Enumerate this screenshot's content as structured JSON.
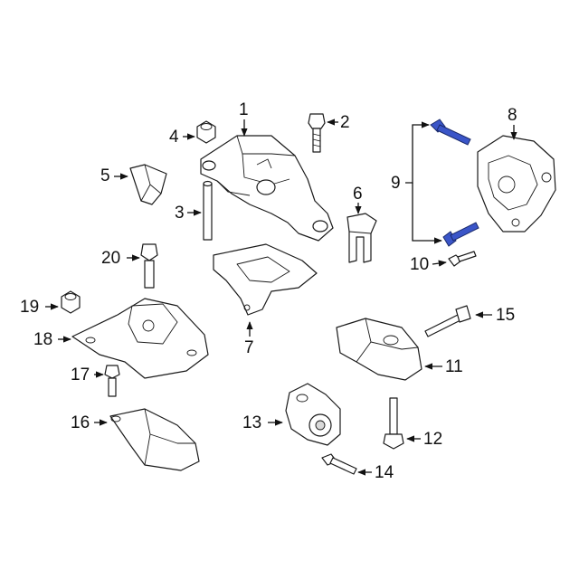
{
  "colors": {
    "line": "#111111",
    "highlight_part": "#3a55c8",
    "background": "#ffffff"
  },
  "callouts": {
    "c1": "1",
    "c2": "2",
    "c3": "3",
    "c4": "4",
    "c5": "5",
    "c6": "6",
    "c7": "7",
    "c8": "8",
    "c9": "9",
    "c10": "10",
    "c11": "11",
    "c12": "12",
    "c13": "13",
    "c14": "14",
    "c15": "15",
    "c16": "16",
    "c17": "17",
    "c18": "18",
    "c19": "19",
    "c20": "20"
  }
}
